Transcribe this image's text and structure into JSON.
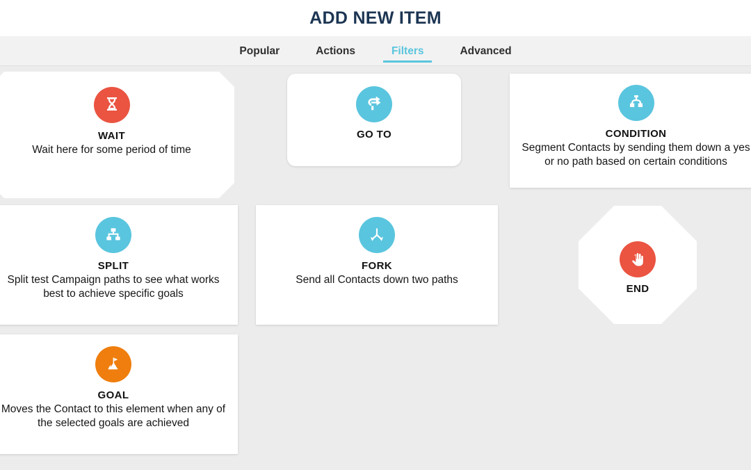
{
  "header": {
    "title": "ADD NEW ITEM",
    "title_color": "#1c3553"
  },
  "tabs": {
    "active": "Filters",
    "accent_color": "#5ac5de",
    "items": [
      {
        "label": "Popular",
        "active": false
      },
      {
        "label": "Actions",
        "active": false
      },
      {
        "label": "Filters",
        "active": true
      },
      {
        "label": "Advanced",
        "active": false
      }
    ]
  },
  "palette": {
    "red": "#ea5441",
    "cyan": "#5ac5de",
    "orange": "#ef7e0e",
    "card_bg": "#ffffff",
    "page_bg": "#ececec",
    "tabbar_bg": "#f2f2f2"
  },
  "items": [
    {
      "id": "wait",
      "title": "WAIT",
      "desc": "Wait here for some period of time",
      "icon": "hourglass-icon",
      "icon_color": "#ea5441",
      "shape": "chamfer"
    },
    {
      "id": "goto",
      "title": "GO TO",
      "desc": "",
      "icon": "curved-arrow-icon",
      "icon_color": "#5ac5de",
      "shape": "rounded"
    },
    {
      "id": "condition",
      "title": "CONDITION",
      "desc": "Segment Contacts by sending them down a yes or no path based on certain conditions",
      "icon": "condition-branch-icon",
      "icon_color": "#5ac5de",
      "shape": "rect"
    },
    {
      "id": "split",
      "title": "SPLIT",
      "desc": "Split test Campaign paths to see what works best to achieve specific goals",
      "icon": "sitemap-icon",
      "icon_color": "#5ac5de",
      "shape": "rect"
    },
    {
      "id": "fork",
      "title": "FORK",
      "desc": "Send all Contacts down two paths",
      "icon": "fork-arrows-icon",
      "icon_color": "#5ac5de",
      "shape": "rect"
    },
    {
      "id": "end",
      "title": "END",
      "desc": "",
      "icon": "stop-hand-icon",
      "icon_color": "#ea5441",
      "shape": "octagon"
    },
    {
      "id": "goal",
      "title": "GOAL",
      "desc": "Moves the Contact to this element when any of the selected goals are achieved",
      "icon": "flag-mountain-icon",
      "icon_color": "#ef7e0e",
      "shape": "rect"
    }
  ]
}
